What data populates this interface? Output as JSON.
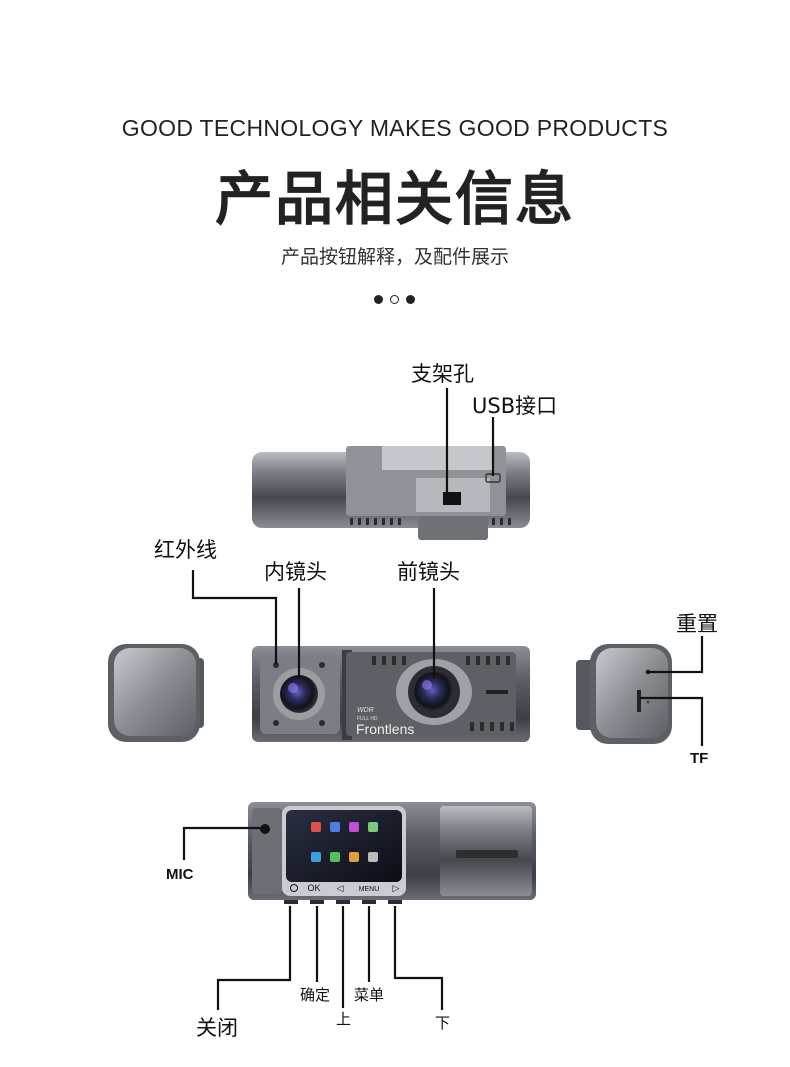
{
  "header": {
    "tagline": "GOOD TECHNOLOGY MAKES GOOD PRODUCTS",
    "title": "产品相关信息",
    "subtitle": "产品按钮解释，及配件展示"
  },
  "callouts": {
    "bracket_hole": "支架孔",
    "usb_port": "USB接口",
    "infrared": "红外线",
    "inner_lens": "内镜头",
    "front_lens": "前镜头",
    "reset": "重置",
    "tf": "TF",
    "mic": "MIC",
    "power_off": "关闭",
    "confirm": "确定",
    "up": "上",
    "menu": "菜单",
    "down": "下"
  },
  "device_text": {
    "wdr": "WDR",
    "full_hd": "FULL HD",
    "front_lens_print": "Frontlens",
    "btn_ok": "OK",
    "btn_menu": "MENU"
  },
  "colors": {
    "body_dark": "#4a4d52",
    "body_light": "#a9adb2",
    "line": "#111111"
  }
}
